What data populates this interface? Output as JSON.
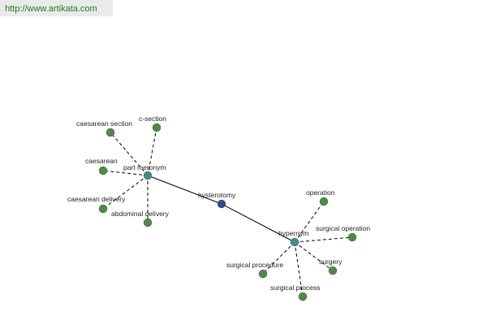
{
  "header": {
    "url": "http://www.artikata.com"
  },
  "graph": {
    "center": {
      "label": "hysterotomy",
      "color": "#34468f"
    },
    "relations": [
      {
        "label": "part meronym",
        "color": "#3f8d8a",
        "words": [
          {
            "label": "caesarean section",
            "color": "#4b8c41"
          },
          {
            "label": "c-section",
            "color": "#4b8c41"
          },
          {
            "label": "caesarean",
            "color": "#4b8c41"
          },
          {
            "label": "caesarean delivery",
            "color": "#4b8c41"
          },
          {
            "label": "abdominal delivery",
            "color": "#4b8c41"
          }
        ]
      },
      {
        "label": "hypernym",
        "color": "#3f8d8a",
        "words": [
          {
            "label": "operation",
            "color": "#4b8c41"
          },
          {
            "label": "surgical operation",
            "color": "#4b8c41"
          },
          {
            "label": "surgery",
            "color": "#4b8c41"
          },
          {
            "label": "surgical process",
            "color": "#4b8c41"
          },
          {
            "label": "surgical procedure",
            "color": "#4b8c41"
          }
        ]
      }
    ]
  }
}
